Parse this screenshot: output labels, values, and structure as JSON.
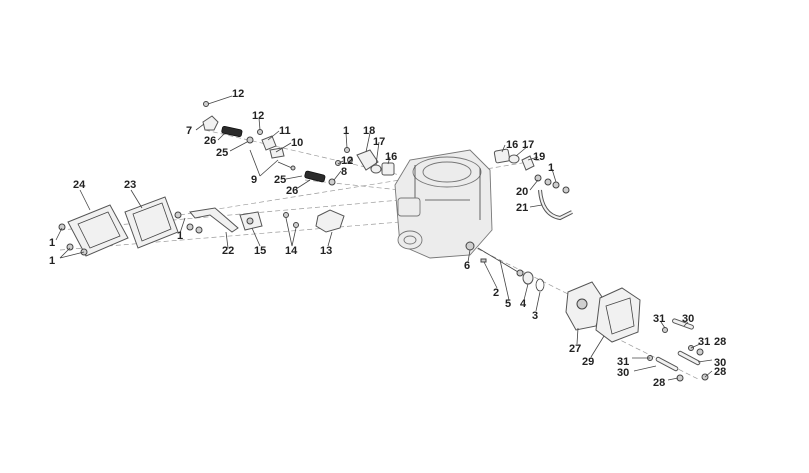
{
  "callouts": {
    "c1": "1",
    "c1b": "1",
    "c1c": "1",
    "c1d": "1",
    "c1e": "1",
    "c2": "2",
    "c3": "3",
    "c4": "4",
    "c5": "5",
    "c6": "6",
    "c7": "7",
    "c8": "8",
    "c9": "9",
    "c10": "10",
    "c11": "11",
    "c12a": "12",
    "c12b": "12",
    "c12c": "12",
    "c13": "13",
    "c14": "14",
    "c15": "15",
    "c16a": "16",
    "c16b": "16",
    "c17a": "17",
    "c17b": "17",
    "c18": "18",
    "c19": "19",
    "c20": "20",
    "c21": "21",
    "c22": "22",
    "c23": "23",
    "c24": "24",
    "c25a": "25",
    "c25b": "25",
    "c26a": "26",
    "c26b": "26",
    "c27": "27",
    "c28a": "28",
    "c28b": "28",
    "c28c": "28",
    "c29": "29",
    "c30a": "30",
    "c30b": "30",
    "c30c": "30",
    "c31a": "31",
    "c31b": "31",
    "c31c": "31"
  },
  "colors": {
    "outline": "#555555",
    "spring": "#2b2b2b",
    "label": "#222222",
    "guide": "#9a9a9a"
  }
}
